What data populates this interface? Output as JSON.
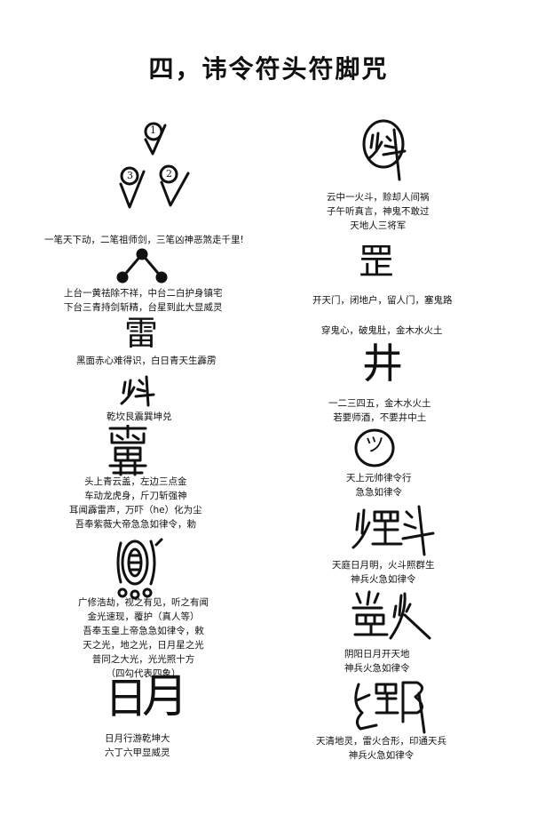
{
  "title": "四，讳令符头符脚咒",
  "left": [
    {
      "lines": [
        "一笔天下动，二笔祖师剑，三笔凶神恶煞走千里!"
      ]
    },
    {
      "lines": [
        "上台一黄祛除不祥，中台二白护身镇宅",
        "下台三青持剑斩精，台星到此大显威灵"
      ]
    },
    {
      "lines": [
        "黑面赤心难得识，白日青天生霹雳"
      ]
    },
    {
      "lines": [
        "乾坎艮震巽坤兑"
      ]
    },
    {
      "lines": [
        "头上青云盖，左边三点金",
        "车动龙虎身，斤刀斩强神",
        "耳闻霹雷声，万吓（he）化为尘",
        "吾奉紫薇大帝急急如律令，勅"
      ]
    },
    {
      "lines": [
        "广修浩劫，视之有见，听之有闻",
        "金光速现，覆护（真人等）",
        "吾奉玉皇上帝急急如律令，敕",
        "天之光，地之光，日月星之光",
        "普同之大光，光光照十方",
        "（四勾代表四象）"
      ]
    },
    {
      "lines": [
        "日月行游乾坤大",
        "六丁六甲显威灵"
      ]
    }
  ],
  "right": [
    {
      "lines": [
        "云中一火斗，赊却人间祸",
        "子午听真言，神鬼不敢过",
        "天地人三将军"
      ]
    },
    {
      "lines": [
        "开天门，闭地户，留人门，塞鬼路"
      ]
    },
    {
      "lines": [
        "穿鬼心，破鬼肚，金木水火土"
      ]
    },
    {
      "lines": [
        "一二三四五，金木水火土",
        "若要师酒，不要井中土"
      ]
    },
    {
      "lines": [
        "天上元帅律令行",
        "急急如律令"
      ]
    },
    {
      "lines": [
        "天庭日月明，火斗照群生",
        "神兵火急如律令"
      ]
    },
    {
      "lines": [
        "阴阳日月开天地",
        "神兵火急如律令"
      ]
    },
    {
      "lines": [
        "天清地灵，雷火合形，印通天兵",
        "神兵火急如律令"
      ]
    }
  ],
  "glyphs": {
    "stroke_numbers": [
      "1",
      "2",
      "3"
    ],
    "char_lei": "雷",
    "char_fire_dou": "灬斗",
    "char_ri": "日",
    "char_yue": "月",
    "char_jing": "井",
    "char_gang": "罡",
    "char_wu": "ツ"
  }
}
